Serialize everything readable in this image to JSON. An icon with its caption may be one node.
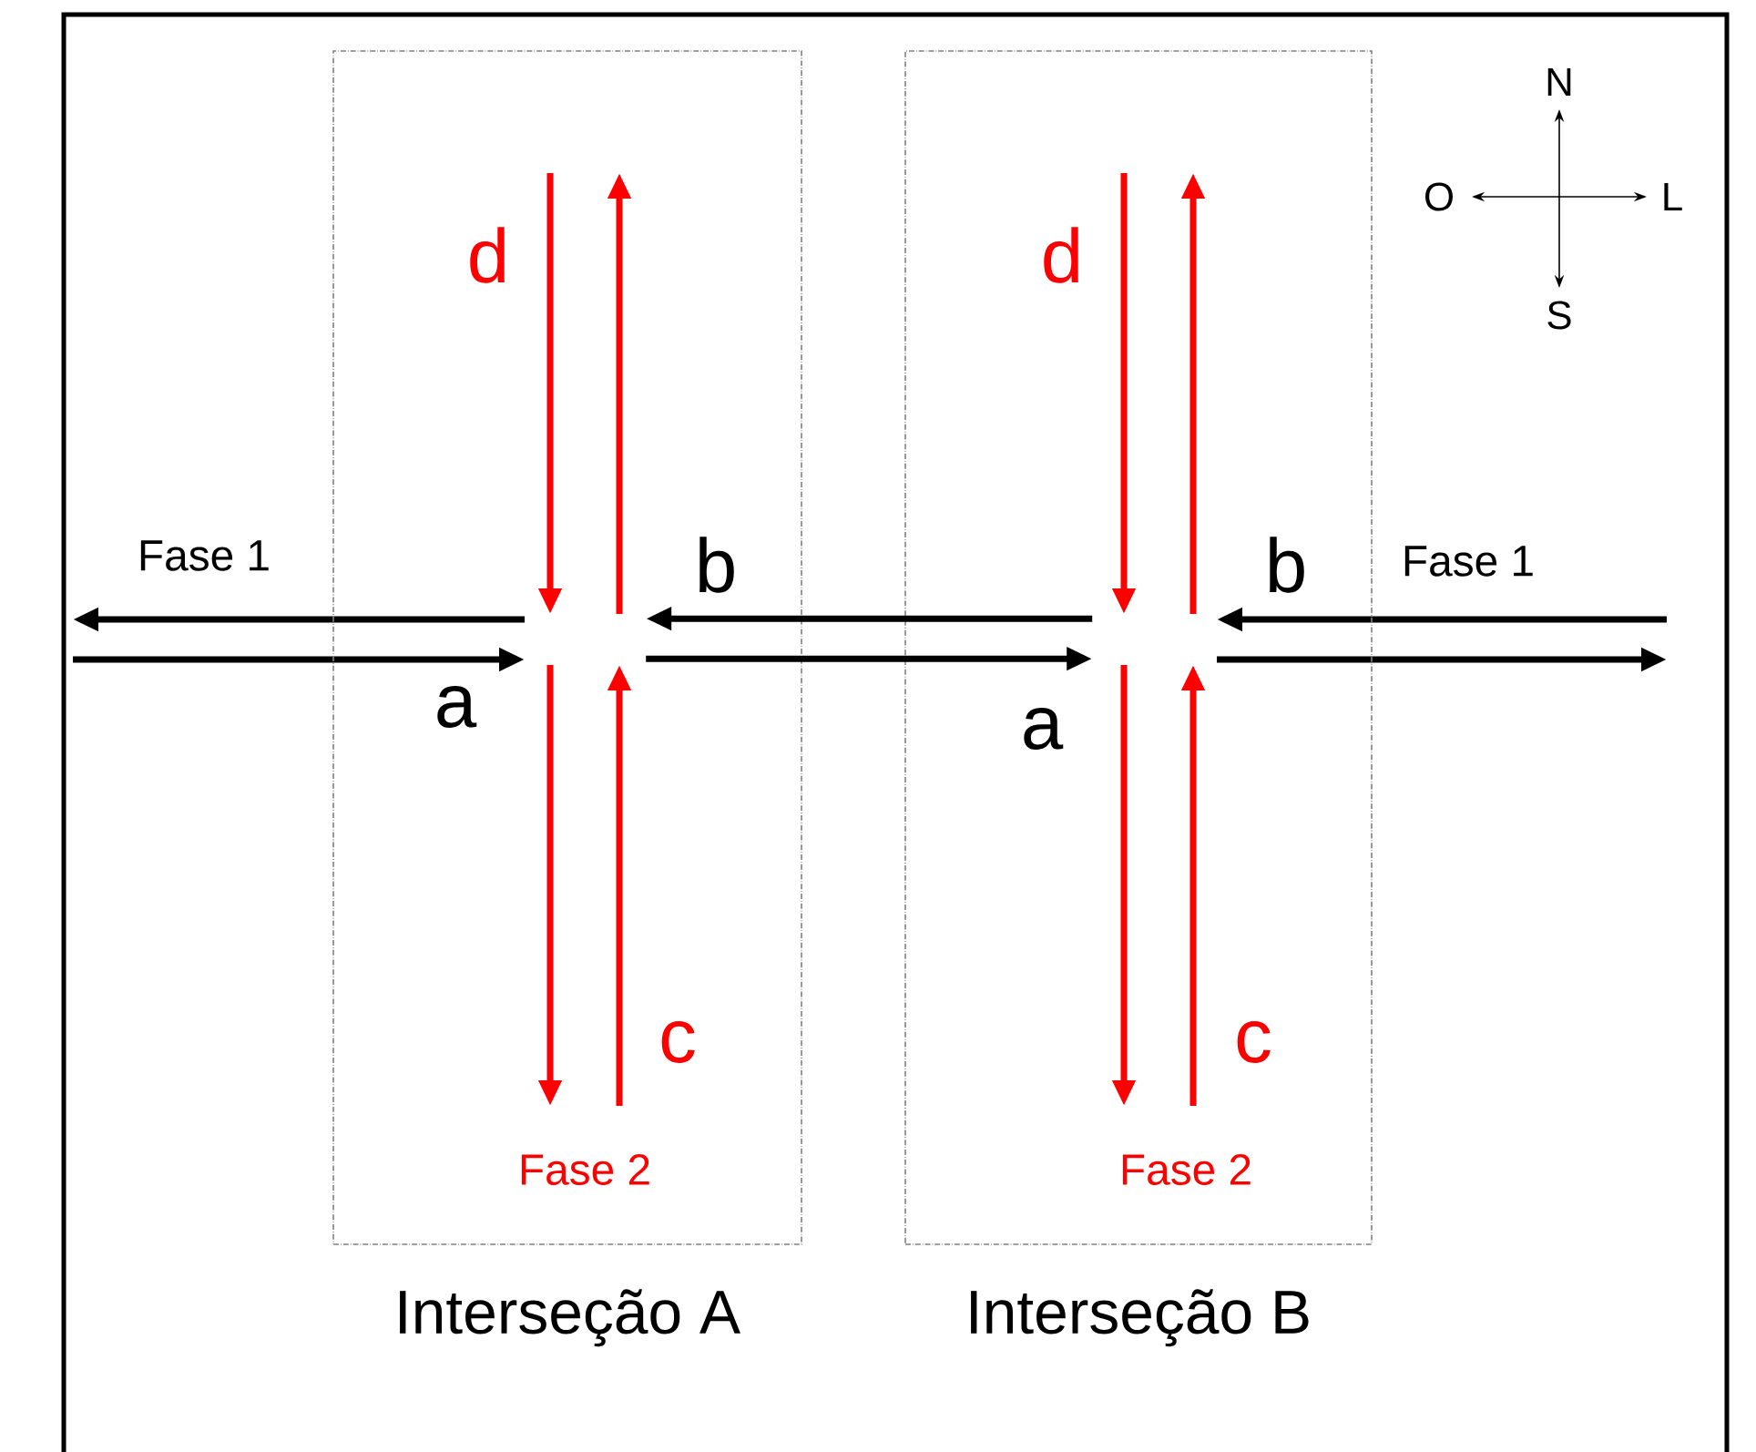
{
  "diagram": {
    "nodes": [
      {
        "text": [
          "Interseção A"
        ]
      },
      {
        "text": [
          "Interseção B"
        ]
      }
    ],
    "edges": [
      {
        "from": 1,
        "to": 0,
        "arrow": "to"
      },
      {
        "from": 0,
        "to": 1,
        "arrow": "to"
      }
    ],
    "labels": [
      "N",
      "O",
      "L",
      "d",
      "d",
      "S",
      "Fase 1",
      "b",
      "b",
      "Fase 1",
      "a",
      "a",
      "c",
      "c",
      "Fase 2",
      "Fase 2"
    ]
  }
}
